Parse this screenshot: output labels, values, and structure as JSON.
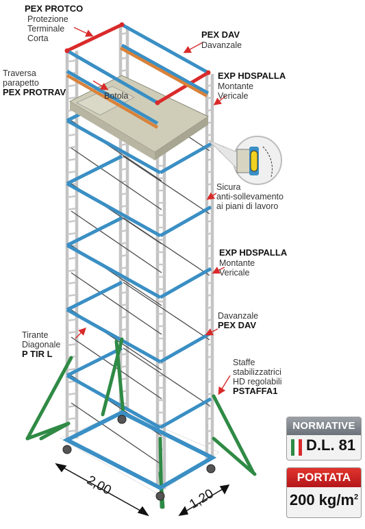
{
  "labels": {
    "pex_protco": {
      "code": "PEX PROTCO",
      "desc1": "Protezione",
      "desc2": "Terminale",
      "desc3": "Corta"
    },
    "pex_dav_top": {
      "code": "PEX DAV",
      "desc": "Davanzale"
    },
    "traversa": {
      "desc1": "Traversa",
      "desc2": "parapetto",
      "code": "PEX PROTRAV"
    },
    "botola": "Botola",
    "exp_top": {
      "code": "EXP HDSPALLA",
      "desc1": "Montante",
      "desc2": "Vericale"
    },
    "sicura": {
      "desc1": "Sicura",
      "desc2": "anti-sollevamento",
      "desc3": "ai piani di lavoro"
    },
    "exp_mid": {
      "code": "EXP HDSPALLA",
      "desc1": "Montante",
      "desc2": "Vericale"
    },
    "dav_low": {
      "desc": "Davanzale",
      "code": "PEX DAV"
    },
    "tirante": {
      "desc1": "Tirante",
      "desc2": "Diagonale",
      "code": "P TIR L"
    },
    "staffe": {
      "desc1": "Staffe",
      "desc2": "stabilizzatrici",
      "desc3": "HD regolabili",
      "code": "PSTAFFA1"
    }
  },
  "dimensions": {
    "length": "2,00",
    "width": "1,20"
  },
  "badges": {
    "normative": {
      "title": "NORMATIVE",
      "value": "D.L. 81"
    },
    "portata": {
      "title": "PORTATA",
      "value": "200 kg/m",
      "sup": "2"
    }
  },
  "colors": {
    "blue": "#3a8fc4",
    "red": "#d92a2a",
    "orange": "#d9823a",
    "green": "#2f8a45",
    "frame": "#b9b9b9",
    "platform": "#c9c7b4"
  }
}
